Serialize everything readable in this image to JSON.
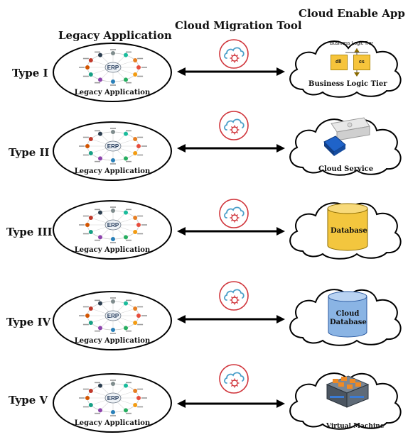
{
  "headers": {
    "legacy": "Legacy Application",
    "tool": "Cloud Migration Tool",
    "cloud": "Cloud Enable App"
  },
  "rows": [
    {
      "type": "Type I",
      "legacy_caption": "Legacy Application",
      "target": "Business Logic Tier"
    },
    {
      "type": "Type II",
      "legacy_caption": "Legacy Application",
      "target": "Cloud Service"
    },
    {
      "type": "Type III",
      "legacy_caption": "Legacy Application",
      "target": "Database"
    },
    {
      "type": "Type IV",
      "legacy_caption": "Legacy Application",
      "target": "Cloud Database"
    },
    {
      "type": "Type V",
      "legacy_caption": "Legacy Application",
      "target": "Virtual Machine"
    }
  ],
  "erp_text": "ERP",
  "blt_small_title": "Business Logic Tier",
  "file_labels": [
    "dll",
    "cs"
  ],
  "icon_names": {
    "erp": "erp-wheel-icon",
    "tool": "cloud-gear-icon",
    "files": "file-icon",
    "puzzle": "puzzle-icon",
    "database": "database-icon",
    "vm": "virtual-machine-icon"
  },
  "colors": {
    "tool_ring": "#d0343a",
    "tool_cloud": "#4a9fc9",
    "database_fill": "#f3c63e",
    "cloud_db_fill": "#8ab4e4",
    "file_fill": "#f6c43b",
    "puzzle_fill": "#1f63c9",
    "vm_orange": "#f08a24"
  }
}
